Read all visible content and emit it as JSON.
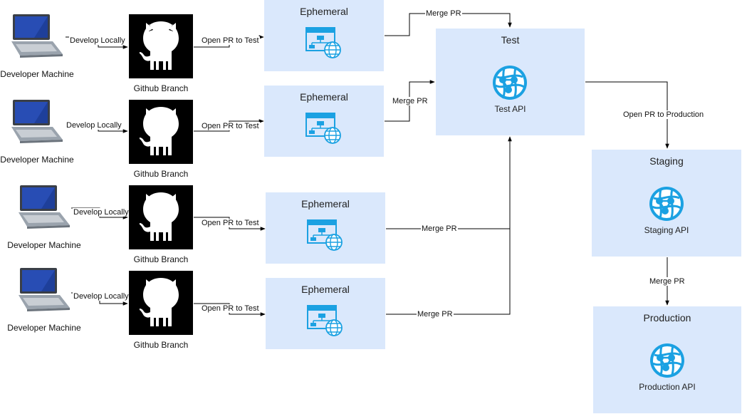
{
  "developers": [
    {
      "label": "Developer Machine",
      "branch": "Github Branch",
      "edge_local": "Develop Locally",
      "edge_pr": "Open PR to Test",
      "env": "Ephemeral",
      "edge_merge": "Merge PR"
    },
    {
      "label": "Developer Machine",
      "branch": "Github Branch",
      "edge_local": "Develop Locally",
      "edge_pr": "Open PR to Test",
      "env": "Ephemeral",
      "edge_merge": "Merge PR"
    },
    {
      "label": "Developer Machine",
      "branch": "Github Branch",
      "edge_local": "Develop Locally",
      "edge_pr": "Open PR to Test",
      "env": "Ephemeral",
      "edge_merge": "Merge PR"
    },
    {
      "label": "Developer Machine",
      "branch": "Github Branch",
      "edge_local": "Develop Locally",
      "edge_pr": "Open PR to Test",
      "env": "Ephemeral",
      "edge_merge": "Merge PR"
    }
  ],
  "test": {
    "title": "Test",
    "api": "Test API"
  },
  "staging": {
    "title": "Staging",
    "api": "Staging API"
  },
  "production": {
    "title": "Production",
    "api": "Production API"
  },
  "edges": {
    "to_production": "Open PR to Production",
    "to_prod_merge": "Merge PR"
  },
  "colors": {
    "box_fill": "#dae8fc",
    "icon": "#1ba1e2",
    "github": "#000000",
    "line": "#000000"
  },
  "icons": {
    "developer": "laptop-icon",
    "branch": "github-octocat-icon",
    "env": "web-app-icon",
    "api": "api-globe-icon"
  }
}
